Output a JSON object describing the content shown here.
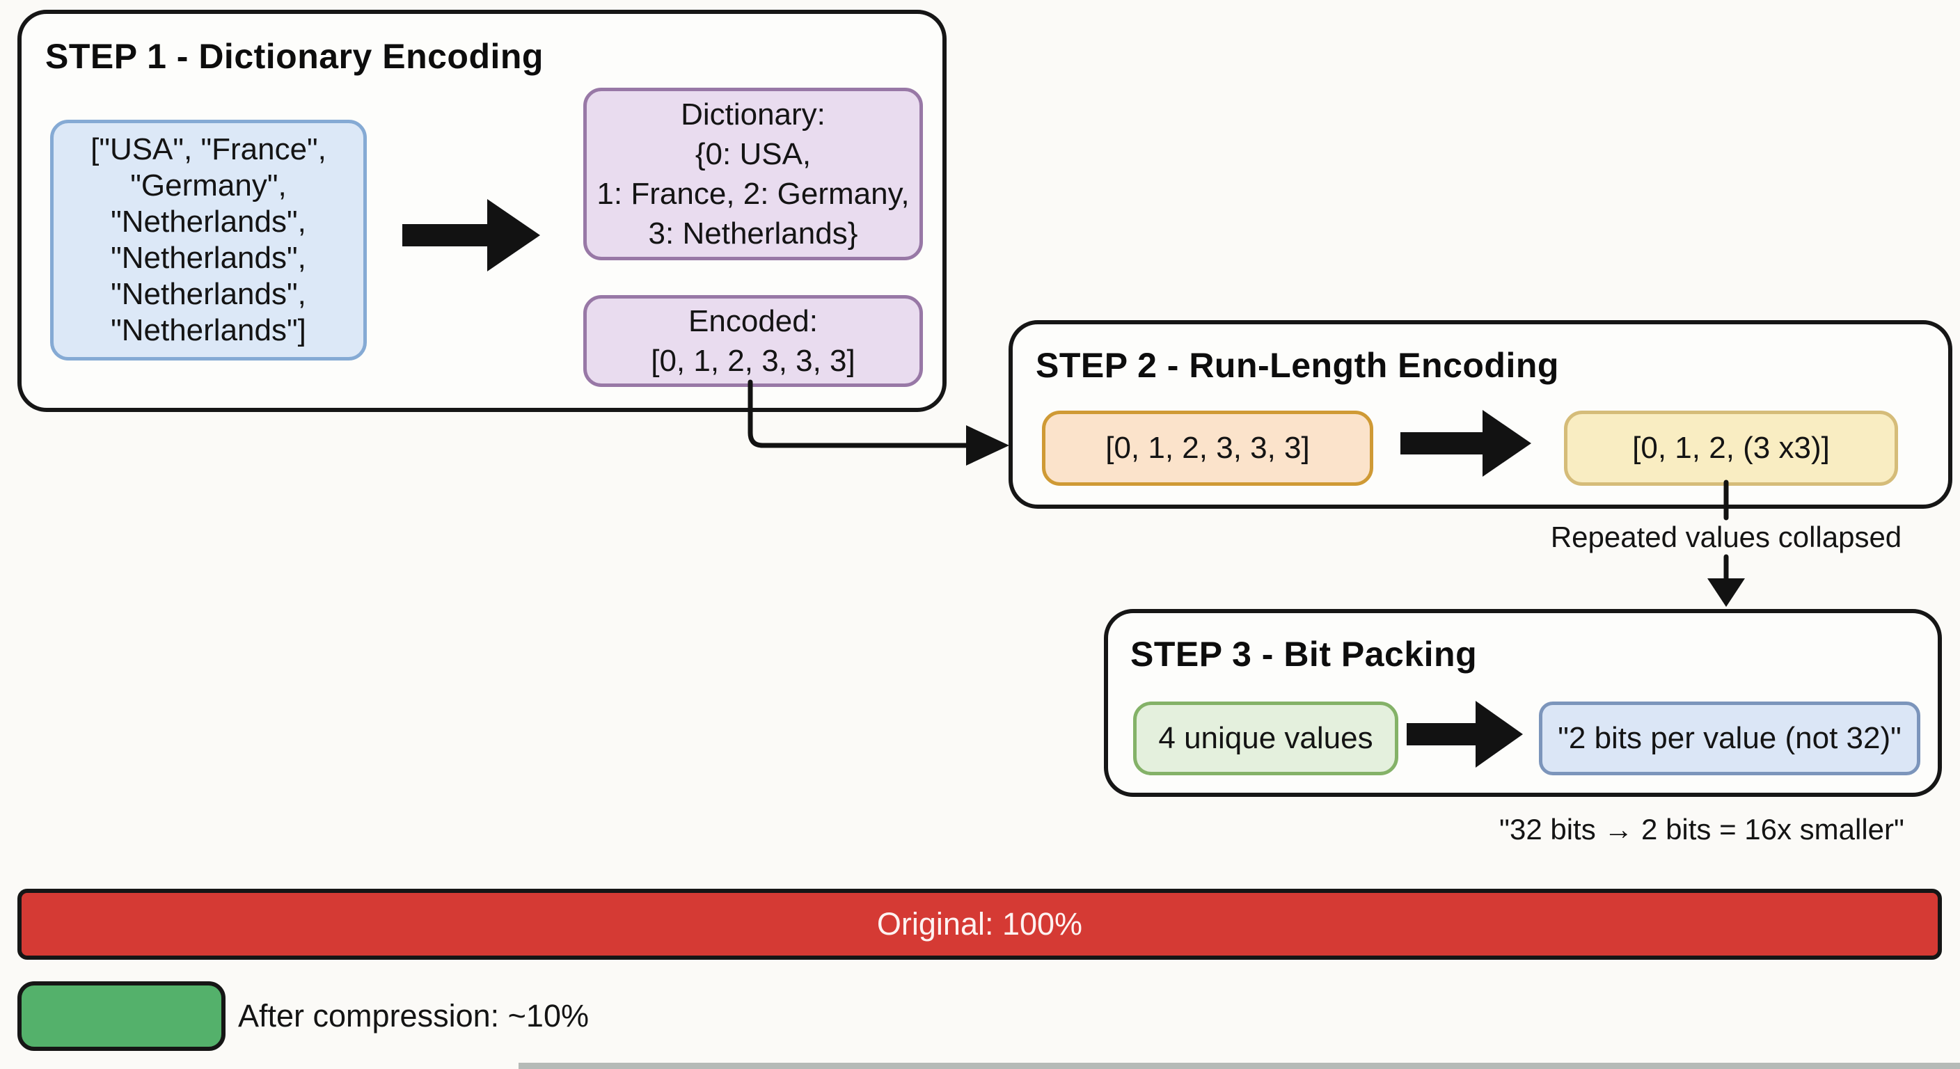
{
  "step1": {
    "title": "STEP 1 - Dictionary Encoding",
    "input_box": "[\"USA\", \"France\",\n\"Germany\",\n\"Netherlands\",\n\"Netherlands\",\n\"Netherlands\",\n\"Netherlands\"]",
    "dictionary_box": "Dictionary:\n{0: USA,\n1: France, 2: Germany,\n3: Netherlands}",
    "encoded_box": "Encoded:\n[0, 1, 2, 3, 3, 3]"
  },
  "step2": {
    "title": "STEP 2 - Run-Length Encoding",
    "input_box": "[0, 1, 2, 3, 3, 3]",
    "output_box": "[0, 1, 2, (3 x3)]",
    "annotation": "Repeated values collapsed"
  },
  "step3": {
    "title": "STEP 3 - Bit Packing",
    "input_box": "4 unique values",
    "output_box": "\"2 bits per value (not 32)\"",
    "annotation": "\"32 bits → 2 bits = 16x smaller\""
  },
  "comparison": {
    "original_bar": "Original: 100%",
    "compressed_label": "After compression: ~10%"
  },
  "colors": {
    "background": "#fbfaf7",
    "outline": "#161616",
    "input_blue_fill": "#dce8f7",
    "input_blue_border": "#85aad4",
    "purple_fill": "#e9dcef",
    "purple_border": "#9878a6",
    "orange_fill": "#fbe3cb",
    "orange_border": "#cf9a35",
    "yellow_fill": "#f9edc2",
    "yellow_border": "#d5bc79",
    "green_fill": "#e4f0dd",
    "green_border": "#84b268",
    "blue_fill": "#dbe6f6",
    "blue_border": "#7c95bb",
    "original_bar_red": "#d53a34",
    "compressed_bar_green": "#54b16b"
  }
}
